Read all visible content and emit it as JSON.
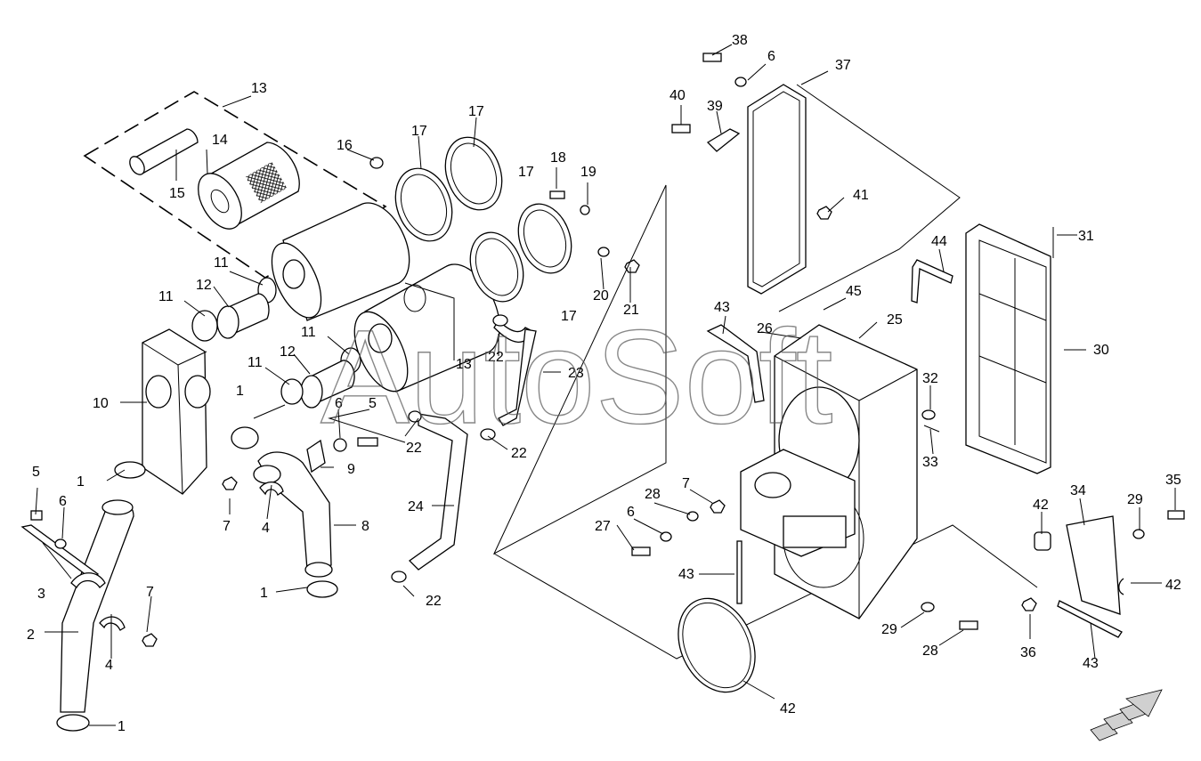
{
  "watermark": "AutoSoft",
  "callouts": [
    {
      "id": "c-13a",
      "label": "13"
    },
    {
      "id": "c-14",
      "label": "14"
    },
    {
      "id": "c-15",
      "label": "15"
    },
    {
      "id": "c-16",
      "label": "16"
    },
    {
      "id": "c-17a",
      "label": "17"
    },
    {
      "id": "c-17b",
      "label": "17"
    },
    {
      "id": "c-17c",
      "label": "17"
    },
    {
      "id": "c-17d",
      "label": "17"
    },
    {
      "id": "c-18",
      "label": "18"
    },
    {
      "id": "c-19",
      "label": "19"
    },
    {
      "id": "c-20",
      "label": "20"
    },
    {
      "id": "c-21",
      "label": "21"
    },
    {
      "id": "c-11a",
      "label": "11"
    },
    {
      "id": "c-12a",
      "label": "12"
    },
    {
      "id": "c-11b",
      "label": "11"
    },
    {
      "id": "c-11c",
      "label": "11"
    },
    {
      "id": "c-12b",
      "label": "12"
    },
    {
      "id": "c-11d",
      "label": "11"
    },
    {
      "id": "c-13b",
      "label": "13"
    },
    {
      "id": "c-22a",
      "label": "22"
    },
    {
      "id": "c-23",
      "label": "23"
    },
    {
      "id": "c-1a",
      "label": "1"
    },
    {
      "id": "c-10",
      "label": "10"
    },
    {
      "id": "c-6a",
      "label": "6"
    },
    {
      "id": "c-5a",
      "label": "5"
    },
    {
      "id": "c-22b",
      "label": "22"
    },
    {
      "id": "c-22c",
      "label": "22"
    },
    {
      "id": "c-9",
      "label": "9"
    },
    {
      "id": "c-5b",
      "label": "5"
    },
    {
      "id": "c-6b",
      "label": "6"
    },
    {
      "id": "c-1b",
      "label": "1"
    },
    {
      "id": "c-7a",
      "label": "7"
    },
    {
      "id": "c-4a",
      "label": "4"
    },
    {
      "id": "c-8",
      "label": "8"
    },
    {
      "id": "c-24",
      "label": "24"
    },
    {
      "id": "c-3",
      "label": "3"
    },
    {
      "id": "c-7b",
      "label": "7"
    },
    {
      "id": "c-2",
      "label": "2"
    },
    {
      "id": "c-4b",
      "label": "4"
    },
    {
      "id": "c-1c",
      "label": "1"
    },
    {
      "id": "c-1d",
      "label": "1"
    },
    {
      "id": "c-22d",
      "label": "22"
    },
    {
      "id": "c-38",
      "label": "38"
    },
    {
      "id": "c-6c",
      "label": "6"
    },
    {
      "id": "c-37",
      "label": "37"
    },
    {
      "id": "c-40",
      "label": "40"
    },
    {
      "id": "c-39",
      "label": "39"
    },
    {
      "id": "c-41",
      "label": "41"
    },
    {
      "id": "c-44",
      "label": "44"
    },
    {
      "id": "c-31",
      "label": "31"
    },
    {
      "id": "c-45",
      "label": "45"
    },
    {
      "id": "c-43a",
      "label": "43"
    },
    {
      "id": "c-26",
      "label": "26"
    },
    {
      "id": "c-25",
      "label": "25"
    },
    {
      "id": "c-30",
      "label": "30"
    },
    {
      "id": "c-32",
      "label": "32"
    },
    {
      "id": "c-33",
      "label": "33"
    },
    {
      "id": "c-28a",
      "label": "28"
    },
    {
      "id": "c-7c",
      "label": "7"
    },
    {
      "id": "c-6d",
      "label": "6"
    },
    {
      "id": "c-27",
      "label": "27"
    },
    {
      "id": "c-43b",
      "label": "43"
    },
    {
      "id": "c-42a",
      "label": "42"
    },
    {
      "id": "c-34",
      "label": "34"
    },
    {
      "id": "c-29a",
      "label": "29"
    },
    {
      "id": "c-35",
      "label": "35"
    },
    {
      "id": "c-42b",
      "label": "42"
    },
    {
      "id": "c-29b",
      "label": "29"
    },
    {
      "id": "c-28b",
      "label": "28"
    },
    {
      "id": "c-36",
      "label": "36"
    },
    {
      "id": "c-43c",
      "label": "43"
    },
    {
      "id": "c-42c",
      "label": "42"
    }
  ],
  "colors": {
    "line": "#000000",
    "paper": "#ffffff",
    "shade": "#d8d8d8"
  }
}
